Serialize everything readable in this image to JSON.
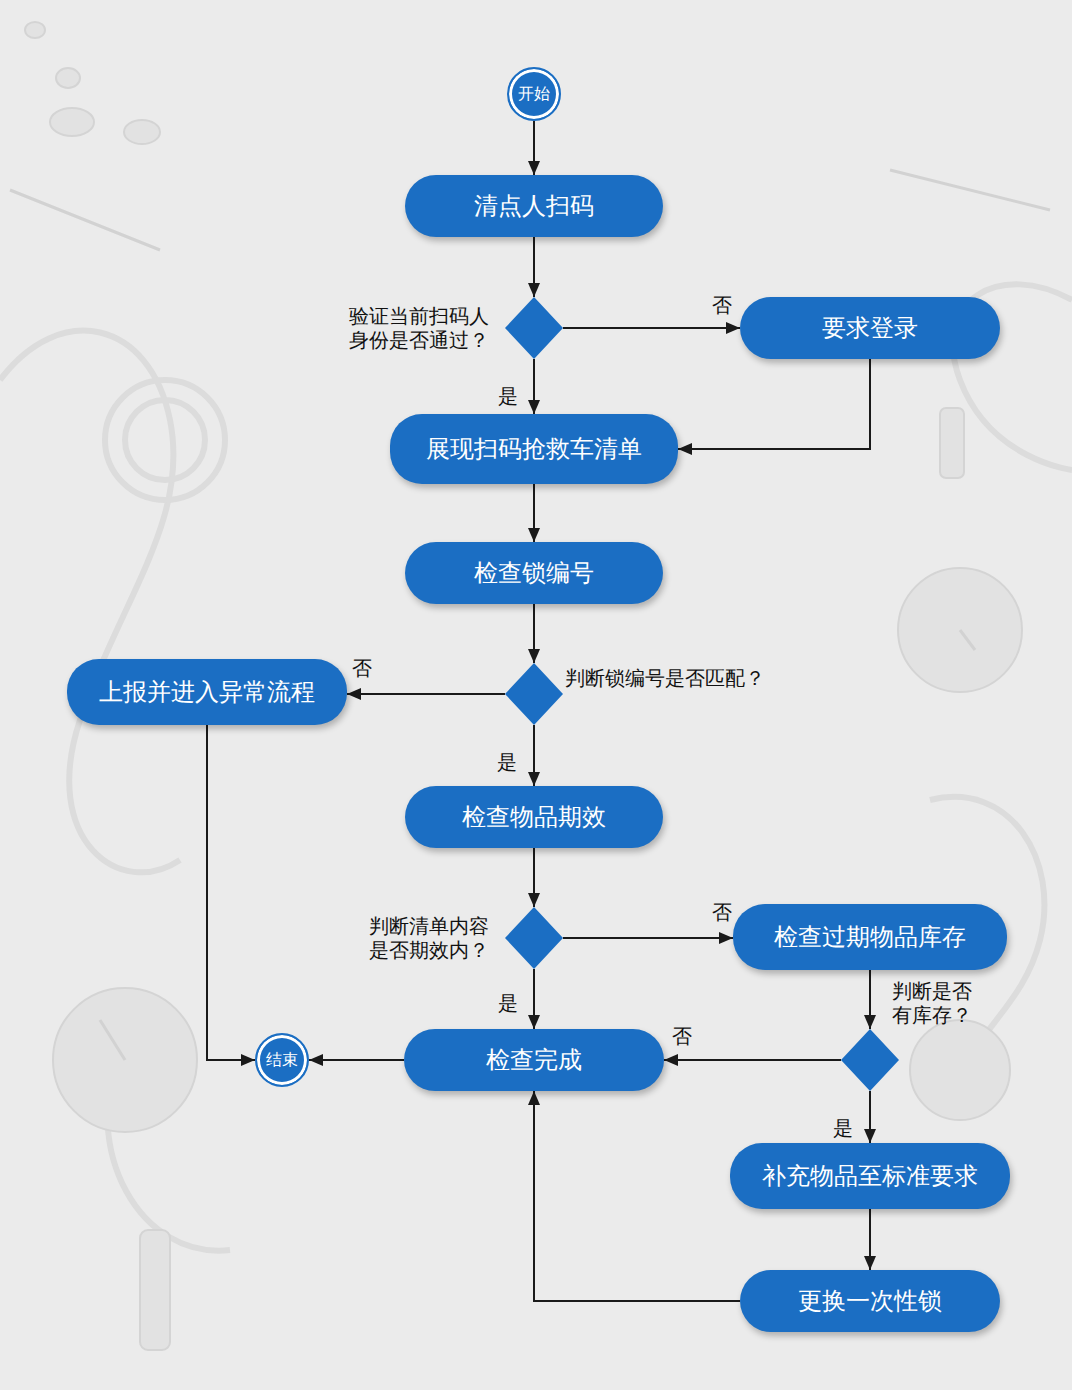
{
  "diagram": {
    "nodes": [
      {
        "text": [
          "开始"
        ]
      },
      {
        "text": [
          "清点人扫码"
        ]
      },
      {
        "text": [
          "验证当前扫码人 身份是否通过？"
        ]
      },
      {
        "text": [
          "要求登录"
        ]
      },
      {
        "text": [
          "展现扫码抢救车清单"
        ]
      },
      {
        "text": [
          "检查锁编号"
        ]
      },
      {
        "text": [
          "判断锁编号是否匹配？"
        ]
      },
      {
        "text": [
          "上报并进入异常流程"
        ]
      },
      {
        "text": [
          "检查物品期效"
        ]
      },
      {
        "text": [
          "判断清单内容 是否期效内？"
        ]
      },
      {
        "text": [
          "检查过期物品库存"
        ]
      },
      {
        "text": [
          "判断是否 有库存？"
        ]
      },
      {
        "text": [
          "检查完成"
        ]
      },
      {
        "text": [
          "结束"
        ]
      },
      {
        "text": [
          "补充物品至标准要求"
        ]
      },
      {
        "text": [
          "更换一次性锁"
        ]
      }
    ],
    "edges": [
      {
        "from": 0,
        "to": 1,
        "arrow": "to"
      },
      {
        "from": 1,
        "to": 2,
        "arrow": "to"
      },
      {
        "from": 2,
        "to": 3,
        "label": "否",
        "arrow": "to"
      },
      {
        "from": 2,
        "to": 4,
        "label": "是",
        "arrow": "to"
      },
      {
        "from": 3,
        "to": 4,
        "arrow": "to"
      },
      {
        "from": 4,
        "to": 5,
        "arrow": "to"
      },
      {
        "from": 5,
        "to": 6,
        "arrow": "to"
      },
      {
        "from": 6,
        "to": 7,
        "label": "否",
        "arrow": "to"
      },
      {
        "from": 6,
        "to": 8,
        "label": "是",
        "arrow": "to"
      },
      {
        "from": 8,
        "to": 9,
        "arrow": "to"
      },
      {
        "from": 9,
        "to": 10,
        "label": "否",
        "arrow": "to"
      },
      {
        "from": 9,
        "to": 12,
        "label": "是",
        "arrow": "to"
      },
      {
        "from": 10,
        "to": 11,
        "arrow": "to"
      },
      {
        "from": 11,
        "to": 12,
        "label": "否",
        "arrow": "to"
      },
      {
        "from": 11,
        "to": 14,
        "label": "是",
        "arrow": "to"
      },
      {
        "from": 14,
        "to": 15,
        "arrow": "to"
      },
      {
        "from": 15,
        "to": 12,
        "arrow": "to"
      },
      {
        "from": 12,
        "to": 13,
        "arrow": "to"
      },
      {
        "from": 7,
        "to": 13,
        "arrow": "to"
      }
    ]
  }
}
